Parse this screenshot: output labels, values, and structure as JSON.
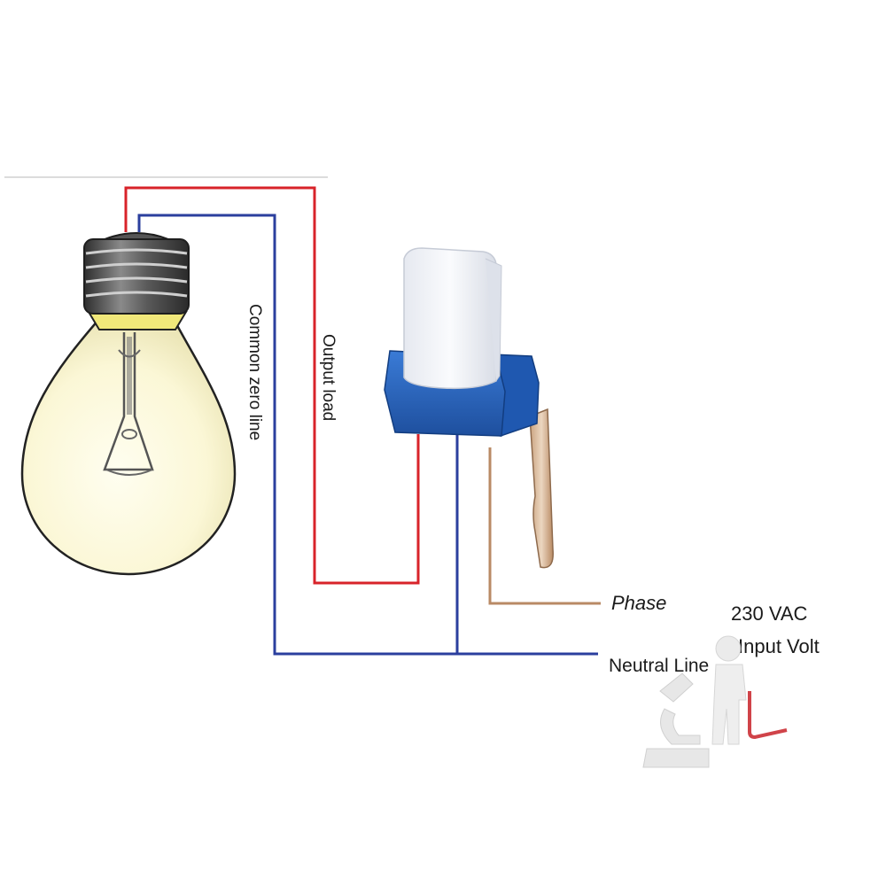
{
  "labels": {
    "common_zero_line": "Common zero line",
    "output_load": "Output load",
    "phase": "Phase",
    "voltage": "230 VAC",
    "input_volt": "Input Volt",
    "neutral_line": "Neutral Line"
  },
  "colors": {
    "live_wire": "#d8232a",
    "neutral_wire": "#2b3f9e",
    "phase_wire": "#b98a65",
    "sensor_body": "#2a67c4",
    "sensor_cap": "#f1f3f8",
    "bulb_glass": "#fbf8dd",
    "bulb_base": "#4a4a4a",
    "logo_accent": "#c8232a"
  },
  "icons": {
    "bulb": "light-bulb-icon",
    "sensor": "photocell-sensor-icon",
    "logo": "microscope-person-logo"
  }
}
